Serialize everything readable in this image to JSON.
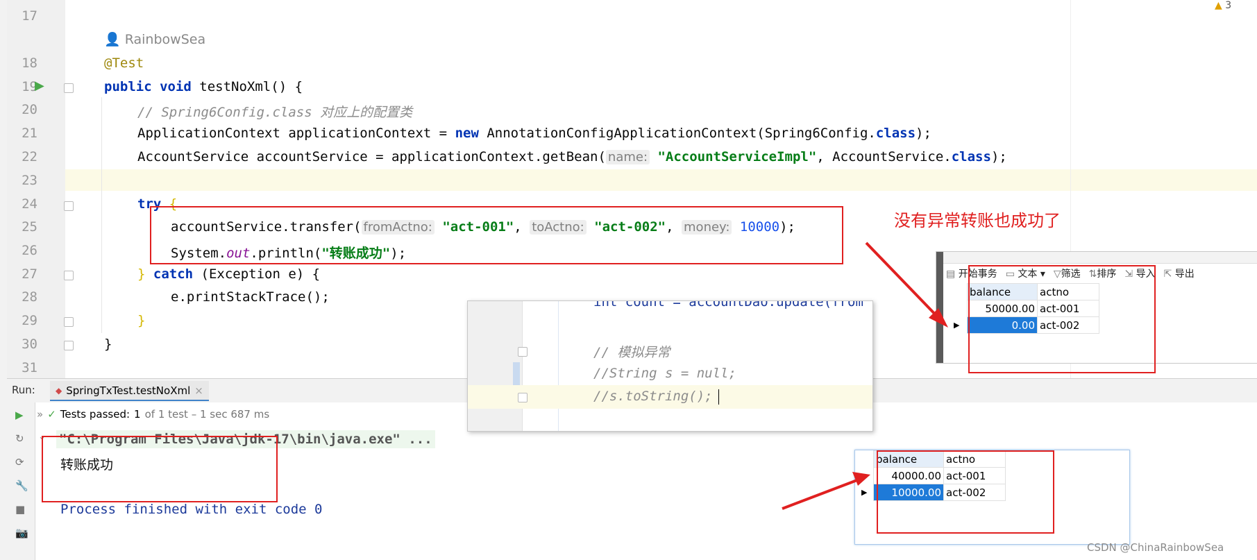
{
  "editor": {
    "author": "RainbowSea",
    "lines": [
      {
        "no": "17"
      },
      {
        "no": "18"
      },
      {
        "no": "19"
      },
      {
        "no": "20"
      },
      {
        "no": "21"
      },
      {
        "no": "22"
      },
      {
        "no": "23"
      },
      {
        "no": "24"
      },
      {
        "no": "25"
      },
      {
        "no": "26"
      },
      {
        "no": "27"
      },
      {
        "no": "28"
      },
      {
        "no": "29"
      },
      {
        "no": "30"
      },
      {
        "no": "31"
      }
    ],
    "code": {
      "annotation": "@Test",
      "kw_public": "public",
      "kw_void": "void",
      "method_sig": " testNoXml() {",
      "comment1": "// Spring6Config.class 对应上的配置类",
      "l21a": "ApplicationContext applicationContext = ",
      "kw_new": "new",
      "l21b": " AnnotationConfigApplicationContext(Spring6Config.",
      "kw_class": "class",
      "l21c": ");",
      "l22a": "AccountService accountService = applicationContext.getBean(",
      "hint_name": "name:",
      "str_bean": "\"AccountServiceImpl\"",
      "l22b": ", AccountService.",
      "l22c": ");",
      "kw_try": "try",
      "brace_open": " {",
      "l25a": "accountService.transfer(",
      "hint_from": "fromActno:",
      "str_from": "\"act-001\"",
      "comma": ",",
      "hint_to": "toActno:",
      "str_to": "\"act-002\"",
      "hint_money": "money:",
      "num_money": "10000",
      "l25b": ");",
      "l26a": "System.",
      "fld_out": "out",
      "l26b": ".println(",
      "str_success": "\"转账成功\"",
      "l26c": ");",
      "catch_a": "} ",
      "kw_catch": "catch",
      "catch_b": " (Exception e) {",
      "l28": "e.printStackTrace();",
      "close_inner": "}",
      "close_outer": "}"
    },
    "warnings_count": "3"
  },
  "popup": {
    "line_top": "int count = accountDao.update(from",
    "comment1": "// 模拟异常",
    "comment2": "//String s = null;",
    "comment3": "//s.toString();"
  },
  "annotation_text": "没有异常转账也成功了",
  "db_toolbar": {
    "begin_tx": "开始事务",
    "text": "文本",
    "filter": "筛选",
    "sort": "排序",
    "import": "导入",
    "export": "导出"
  },
  "db_table_top": {
    "headers": [
      "balance",
      "actno"
    ],
    "rows": [
      {
        "balance": "50000.00",
        "actno": "act-001"
      },
      {
        "balance": "0.00",
        "actno": "act-002"
      }
    ]
  },
  "db_table_bottom": {
    "headers": [
      "balance",
      "actno"
    ],
    "rows": [
      {
        "balance": "40000.00",
        "actno": "act-001"
      },
      {
        "balance": "10000.00",
        "actno": "act-002"
      }
    ]
  },
  "run": {
    "label": "Run:",
    "tab": "SpringTxTest.testNoXml",
    "tests_passed": "Tests passed:",
    "tests_count": "1",
    "tests_rest": "of 1 test – 1 sec 687 ms",
    "cmd": "\"C:\\Program Files\\Java\\jdk-17\\bin\\java.exe\" ...",
    "output": "转账成功",
    "finish": "Process finished with exit code 0"
  },
  "watermark": "CSDN @ChinaRainbowSea",
  "colors": {
    "red": "#e02020",
    "selection_blue": "#1e7ad8",
    "keyword": "#0033b3",
    "string": "#067d17"
  }
}
